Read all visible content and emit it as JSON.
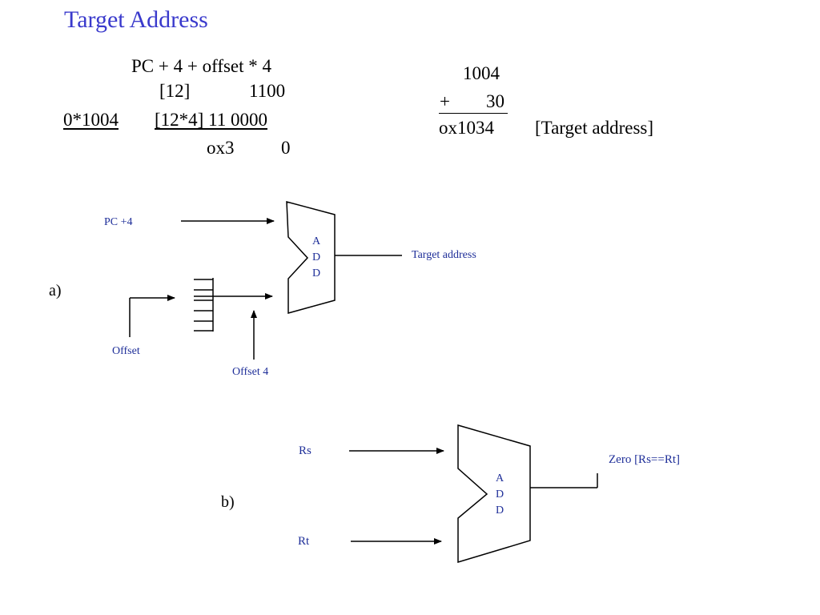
{
  "slide": {
    "title": "Target Address"
  },
  "calculation": {
    "formula": "PC + 4 + offset * 4",
    "offset_index": "[12]",
    "offset_binary": "1100",
    "pc_value": "0*1004",
    "shifted_offset": "[12*4] 11 0000",
    "hex_digit_high": "ox3",
    "hex_digit_low": "0"
  },
  "addition": {
    "operand_a": "1004",
    "plus_sign": "+",
    "operand_b": "30",
    "result": "ox1034",
    "result_note": "[Target address]"
  },
  "diagram_a": {
    "part_label": "a)",
    "input_pc": "PC +4",
    "input_offset": "Offset",
    "shift_label": "Offset 4",
    "adder_letters": [
      "A",
      "D",
      "D"
    ],
    "output_label": "Target address",
    "stroke_color": "#000000",
    "label_color": "#1f2f99"
  },
  "diagram_b": {
    "part_label": "b)",
    "input_rs": "Rs",
    "input_rt": "Rt",
    "adder_letters": [
      "A",
      "D",
      "D"
    ],
    "output_label": "Zero [Rs==Rt]"
  }
}
